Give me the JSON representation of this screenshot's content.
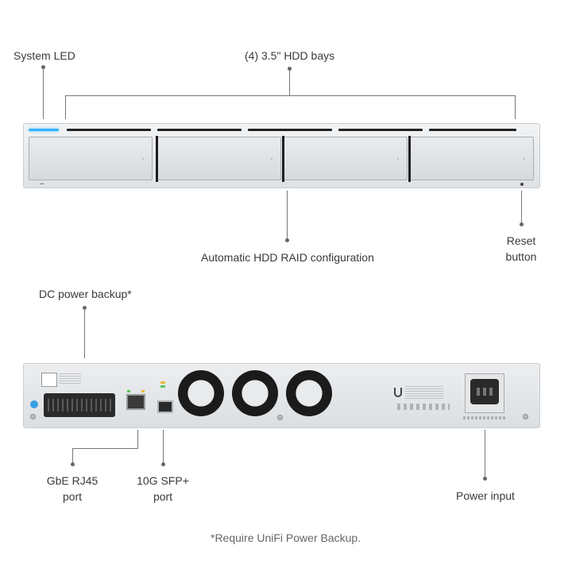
{
  "labels": {
    "system_led": "System LED",
    "hdd_bays": "(4) 3.5\" HDD bays",
    "raid": "Automatic HDD RAID configuration",
    "reset_line1": "Reset",
    "reset_line2": "button",
    "dc_power": "DC power backup*",
    "gbe_line1": "GbE RJ45",
    "gbe_line2": "port",
    "sfp_line1": "10G SFP+",
    "sfp_line2": "port",
    "power_input": "Power input",
    "footnote": "*Require UniFi Power Backup."
  },
  "colors": {
    "led_blue": "#34b3ff",
    "link_green": "#58c45a",
    "activity_amber": "#e8b93a"
  }
}
